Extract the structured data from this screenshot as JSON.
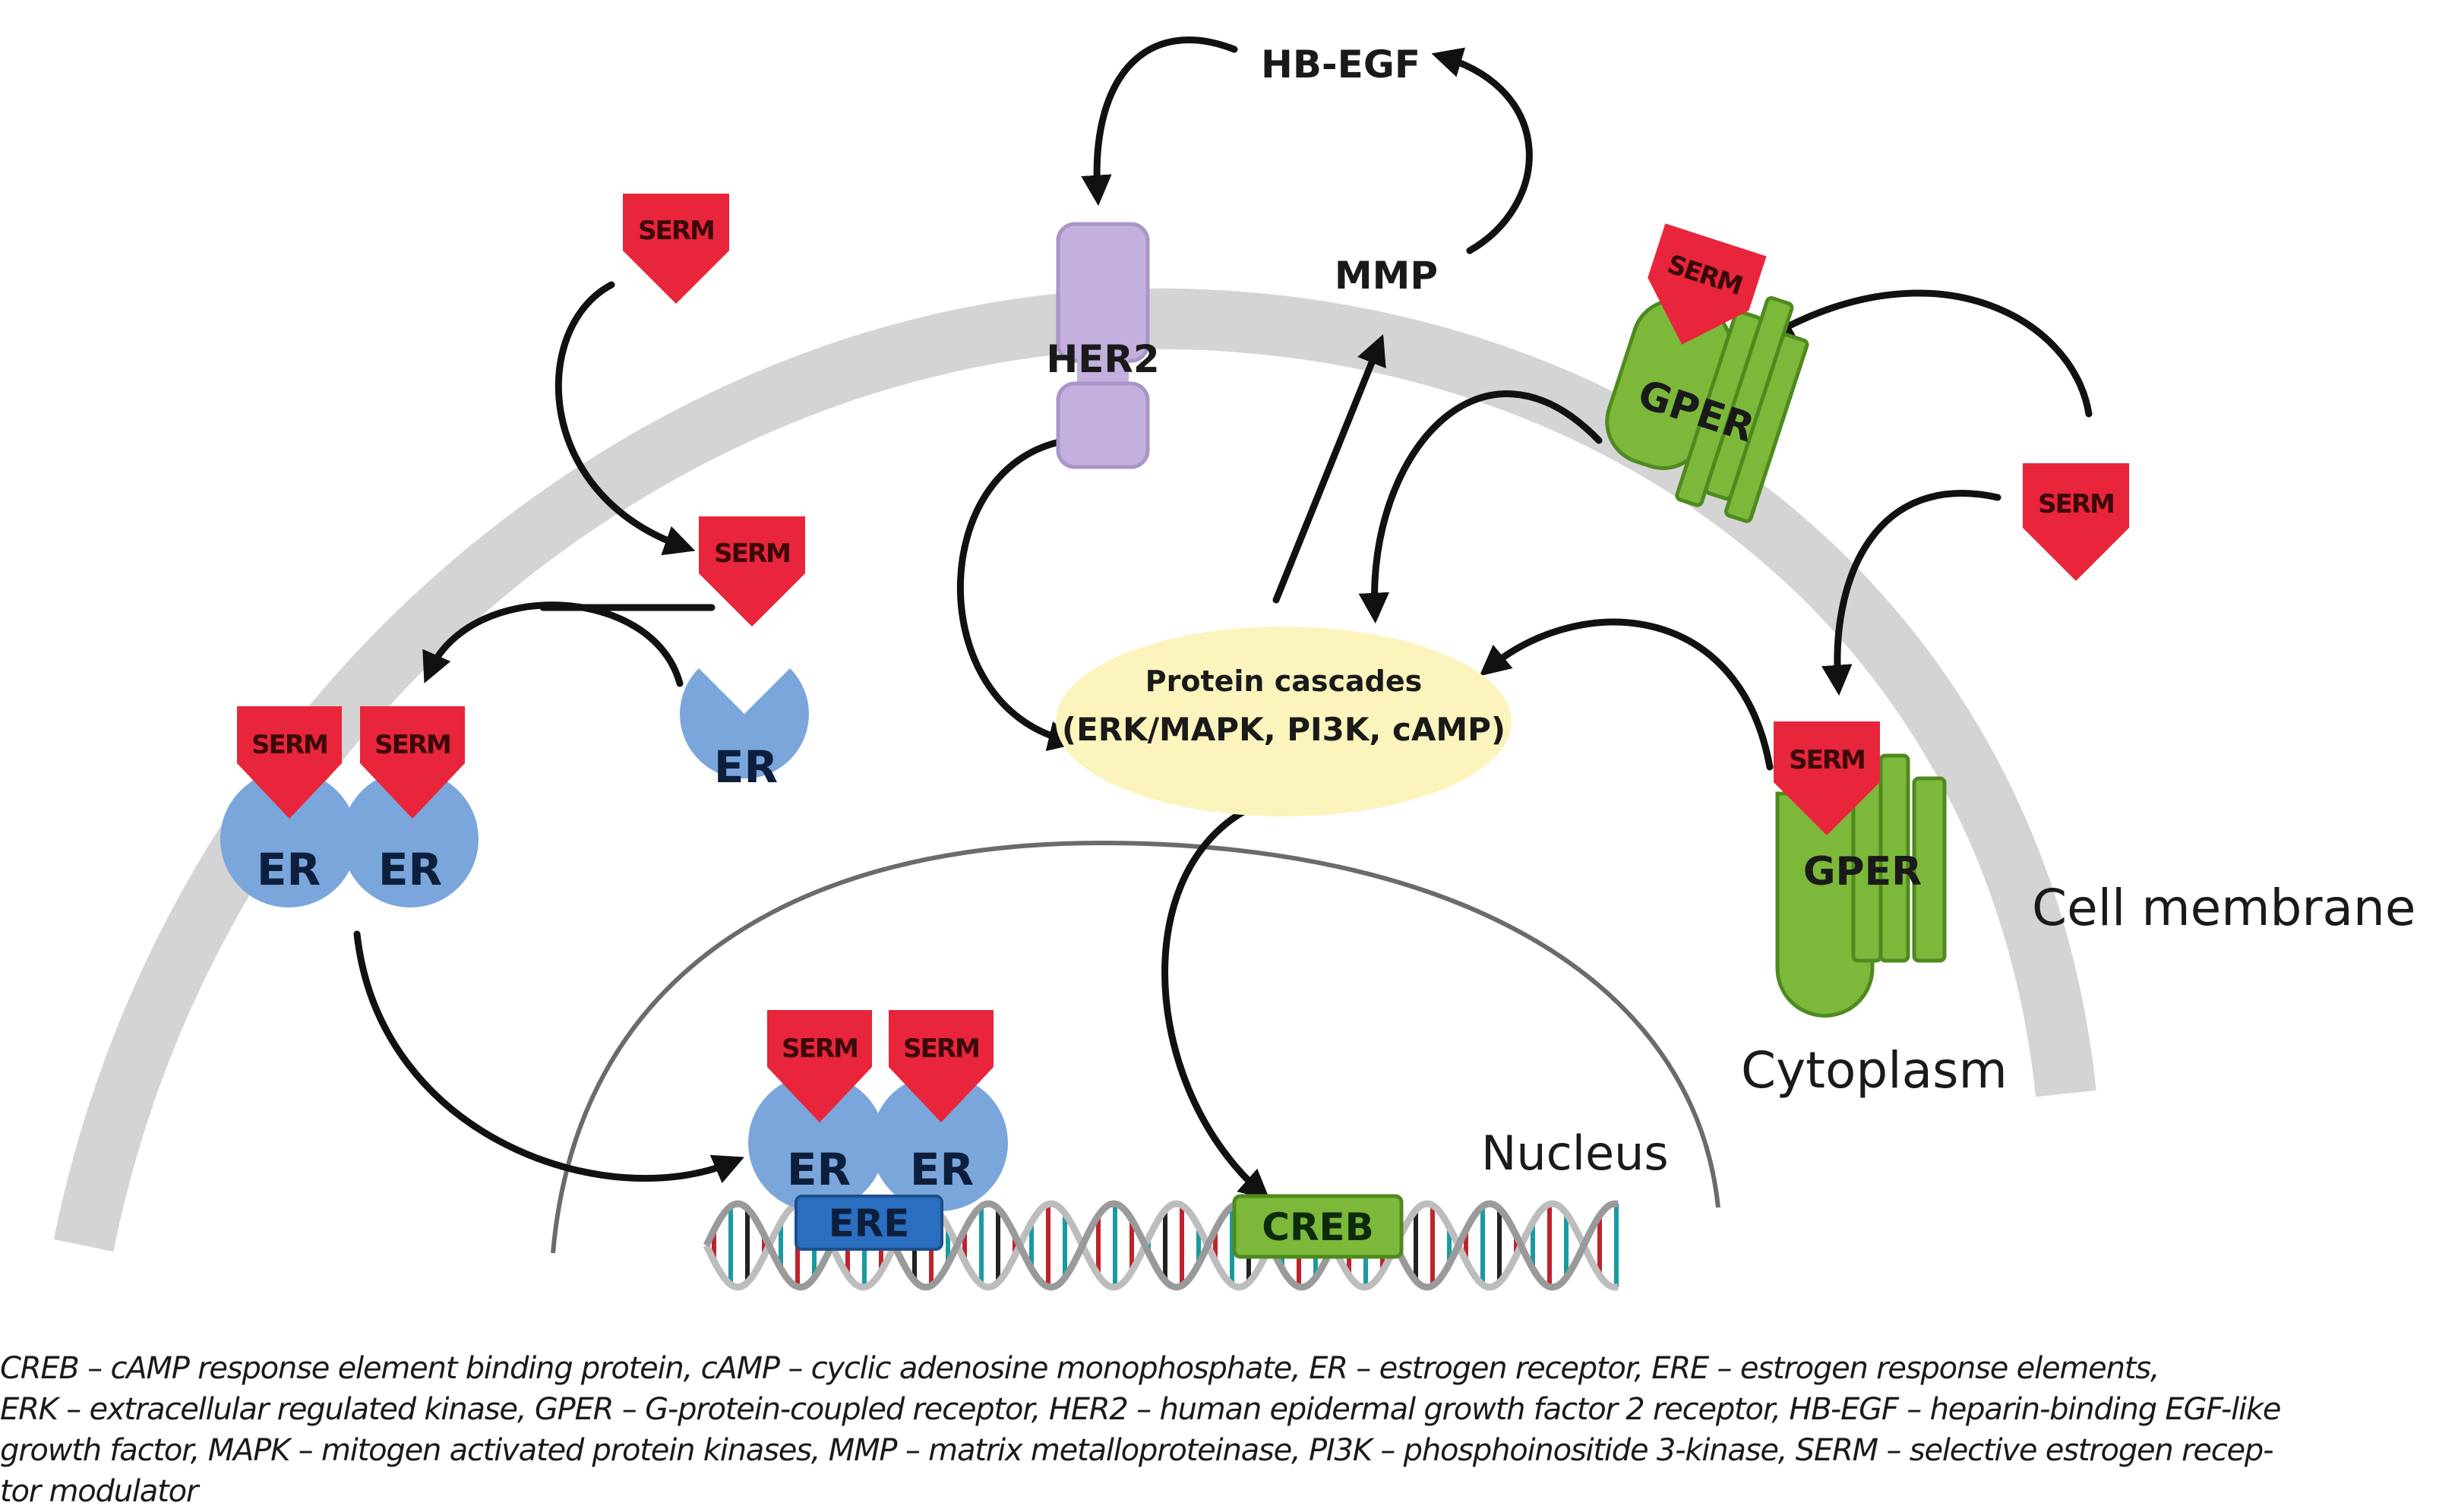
{
  "figure": {
    "labels": {
      "hb_egf": "HB-EGF",
      "mmp": "MMP",
      "her2": "HER2",
      "protein_cascades_line1": "Protein cascades",
      "protein_cascades_line2": "(ERK/MAPK, PI3K, cAMP)",
      "gper": "GPER",
      "serm": "SERM",
      "er": "ER",
      "ere": "ERE",
      "creb": "CREB",
      "cell_membrane": "Cell membrane",
      "cytoplasm": "Cytoplasm",
      "nucleus": "Nucleus"
    },
    "colors": {
      "serm": "#e8253a",
      "er": "#7aa6dc",
      "ere": "#2a6fc0",
      "gper": "#7cb83a",
      "gper_stroke": "#4f8a1f",
      "her2": "#c3b0de",
      "cascade": "#fbf4bd",
      "membrane": "#d4d4d4",
      "creb": "#7cb83a"
    }
  },
  "caption": {
    "lines": [
      "CREB – cAMP response element binding protein, cAMP – cyclic adenosine monophosphate, ER – estrogen receptor, ERE – estrogen response elements,",
      "ERK – extracellular regulated kinase, GPER – G-protein-coupled receptor, HER2 – human epidermal growth factor 2 receptor, HB-EGF – heparin-binding EGF-like",
      "growth factor, MAPK – mitogen activated protein kinases, MMP – matrix metalloproteinase, PI3K – phosphoinositide 3-kinase, SERM – selective estrogen recep-",
      "tor modulator"
    ]
  }
}
